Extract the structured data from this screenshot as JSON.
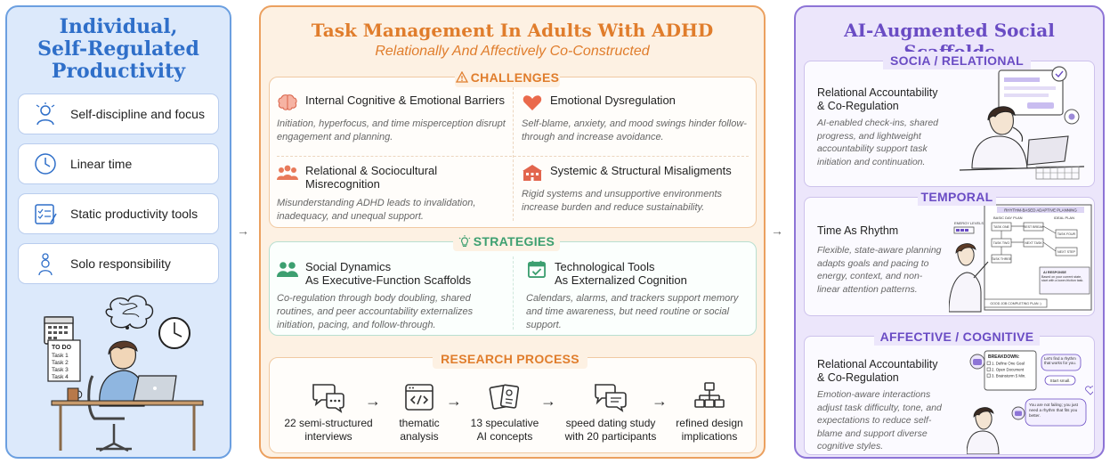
{
  "left": {
    "title_lines": [
      "Individual,",
      "Self-Regulated",
      "Productivity"
    ],
    "items": [
      {
        "label": "Self-discipline and focus",
        "icon": "person-focus-icon"
      },
      {
        "label": "Linear time",
        "icon": "clock-icon"
      },
      {
        "label": "Static productivity tools",
        "icon": "checklist-icon"
      },
      {
        "label": "Solo responsibility",
        "icon": "person-icon"
      }
    ],
    "todo": {
      "title": "TO DO",
      "tasks": [
        "Task 1",
        "Task 2",
        "Task 3",
        "Task 4"
      ]
    }
  },
  "middle": {
    "title": "Task Management In Adults With ADHD",
    "subtitle": "Relationally And Affectively Co-Constructed",
    "challenges_label": "CHALLENGES",
    "challenges": [
      {
        "title": "Internal Cognitive & Emotional Barriers",
        "body": "Initiation, hyperfocus, and time misperception disrupt engagement and planning.",
        "icon": "brain-icon"
      },
      {
        "title": "Emotional Dysregulation",
        "body": "Self-blame, anxiety, and mood swings hinder follow-through and increase avoidance.",
        "icon": "heart-icon"
      },
      {
        "title": "Relational & Sociocultural Misrecognition",
        "body": "Misunderstanding ADHD leads to invalidation, inadequacy, and unequal support.",
        "icon": "people-icon"
      },
      {
        "title": "Systemic & Structural Misaligments",
        "body": "Rigid systems and unsupportive environments increase burden and reduce sustainability.",
        "icon": "building-icon"
      }
    ],
    "strategies_label": "STRATEGIES",
    "strategies": [
      {
        "title_line1": "Social Dynamics",
        "title_line2": "As Executive-Function Scaffolds",
        "body": "Co-regulation through body doubling, shared routines, and peer accountability externalizes initiation, pacing, and follow-through.",
        "icon": "group-icon"
      },
      {
        "title_line1": "Technological Tools",
        "title_line2": "As Externalized Cognition",
        "body": "Calendars, alarms, and trackers support memory and time awareness, but need routine or social support.",
        "icon": "calendar-check-icon"
      }
    ],
    "process_label": "RESEARCH PROCESS",
    "process": [
      {
        "line1": "22 semi-structured",
        "line2": "interviews",
        "icon": "chat-bubbles-icon"
      },
      {
        "line1": "thematic",
        "line2": "analysis",
        "icon": "code-window-icon"
      },
      {
        "line1": "13 speculative",
        "line2": "AI concepts",
        "icon": "cards-icon"
      },
      {
        "line1": "speed dating study",
        "line2": "with 20 participants",
        "icon": "conversation-icon"
      },
      {
        "line1": "refined design",
        "line2": "implications",
        "icon": "hierarchy-icon"
      }
    ],
    "arrow": "→"
  },
  "right": {
    "title": "AI-Augmented Social Scaffolds",
    "cards": [
      {
        "label": "SOCIA / RELATIONAL",
        "title_line1": "Relational Accountability",
        "title_line2": "& Co-Regulation",
        "body": "AI-enabled check-ins, shared progress, and lightweight accountability support task initiation and continuation."
      },
      {
        "label": "TEMPORAL",
        "title_line1": "Time As Rhythm",
        "title_line2": "",
        "body": "Flexible, state-aware planning adapts goals and pacing to energy, context, and non-linear attention patterns."
      },
      {
        "label": "AFFECTIVE / COGNITIVE",
        "title_line1": "Relational Accountability",
        "title_line2": "& Co-Regulation",
        "body": "Emotion-aware interactions adjust task difficulty, tone, and expectations to reduce self-blame and support diverse cognitive styles."
      }
    ],
    "sketch2": {
      "header": "RHYTHM-BASED ADAPTIVE PLANNING",
      "energy": "ENERGY LEVELS",
      "basic": "BASIC DAY PLAN",
      "ideal": "IDEAL PLAN",
      "boxes": [
        "TASK ONE",
        "TASK TWO",
        "TASK THREE",
        "REST BREAK",
        "NEXT TASK",
        "TASK FOUR",
        "NEXT STEP"
      ],
      "ai_resp": "AI RESPONSE",
      "ai_body": "Based on your current state, start with a lower-friction task.",
      "footer": "GOOD JOB COMPLETING PLAN :)"
    },
    "sketch3": {
      "breakdown": "BREAKDOWN:",
      "steps": [
        "1. Define One Goal",
        "2. Open Document",
        "3. Brainstorm 5 Min."
      ],
      "bubble1": "Let's find a rhythm that works for you.",
      "bubble2": "Start small.",
      "bubble3": "You are not failing; you just need a rhythm that fits you better."
    }
  },
  "colors": {
    "blue": "#2f6fc9",
    "orange": "#e07d2c",
    "green": "#3d9f70",
    "purple": "#6a4cc4"
  }
}
